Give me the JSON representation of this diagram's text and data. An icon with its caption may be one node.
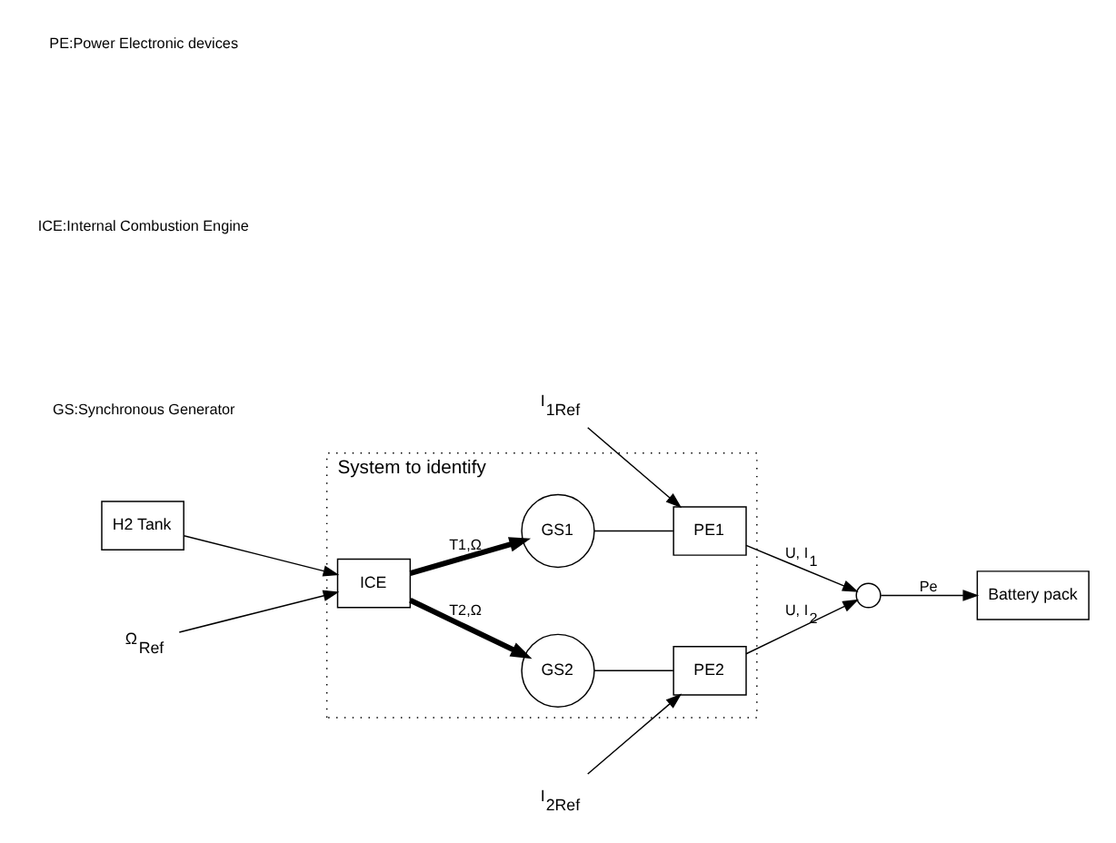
{
  "diagram": {
    "nodes": [
      {
        "text": [
          "System to identify"
        ]
      },
      {
        "text": [
          "H2 Tank"
        ]
      },
      {
        "text": [
          "ICE"
        ],
        "in": 0
      },
      {
        "text": [
          "GS1"
        ],
        "in": 0
      },
      {
        "text": [
          "PE1"
        ],
        "in": 0
      },
      {
        "text": [
          "GS2"
        ],
        "in": 0
      },
      {
        "text": [
          "PE2"
        ],
        "in": 0
      },
      {
        "text": [],
        "shape": "circle"
      },
      {
        "text": [
          "Battery pack"
        ]
      },
      {
        "text": [
          "I$_{1Ref}$"
        ]
      },
      {
        "text": [
          "I$_{2Ref}$"
        ]
      },
      {
        "text": [
          "Ω$_{Ref}$"
        ]
      }
    ],
    "edges": [
      {
        "from": 1,
        "to": 2,
        "arrow": "to"
      },
      {
        "from": 2,
        "to": 3,
        "arrow": "to",
        "label": "T1,Ω",
        "style": "thick"
      },
      {
        "from": 2,
        "to": 5,
        "arrow": "to",
        "label": "T2,Ω",
        "style": "thick"
      },
      {
        "from": 3,
        "to": 4,
        "arrow": "none"
      },
      {
        "from": 5,
        "to": 6,
        "arrow": "none"
      },
      {
        "from": 4,
        "to": 7,
        "arrow": "to",
        "label": "U, I$_{1}$"
      },
      {
        "from": 6,
        "to": 7,
        "arrow": "to",
        "label": "U, I$_{2}$"
      },
      {
        "from": 7,
        "to": 8,
        "arrow": "to",
        "label": "Pe"
      },
      {
        "from": 9,
        "to": 4,
        "arrow": "to"
      },
      {
        "from": 10,
        "to": 6,
        "arrow": "to"
      },
      {
        "from": 11,
        "to": 2,
        "arrow": "to"
      }
    ],
    "labels": [
      "PE:Power Electronic devices",
      "ICE:Internal Combustion Engine",
      "GS:Synchronous Generator"
    ]
  }
}
